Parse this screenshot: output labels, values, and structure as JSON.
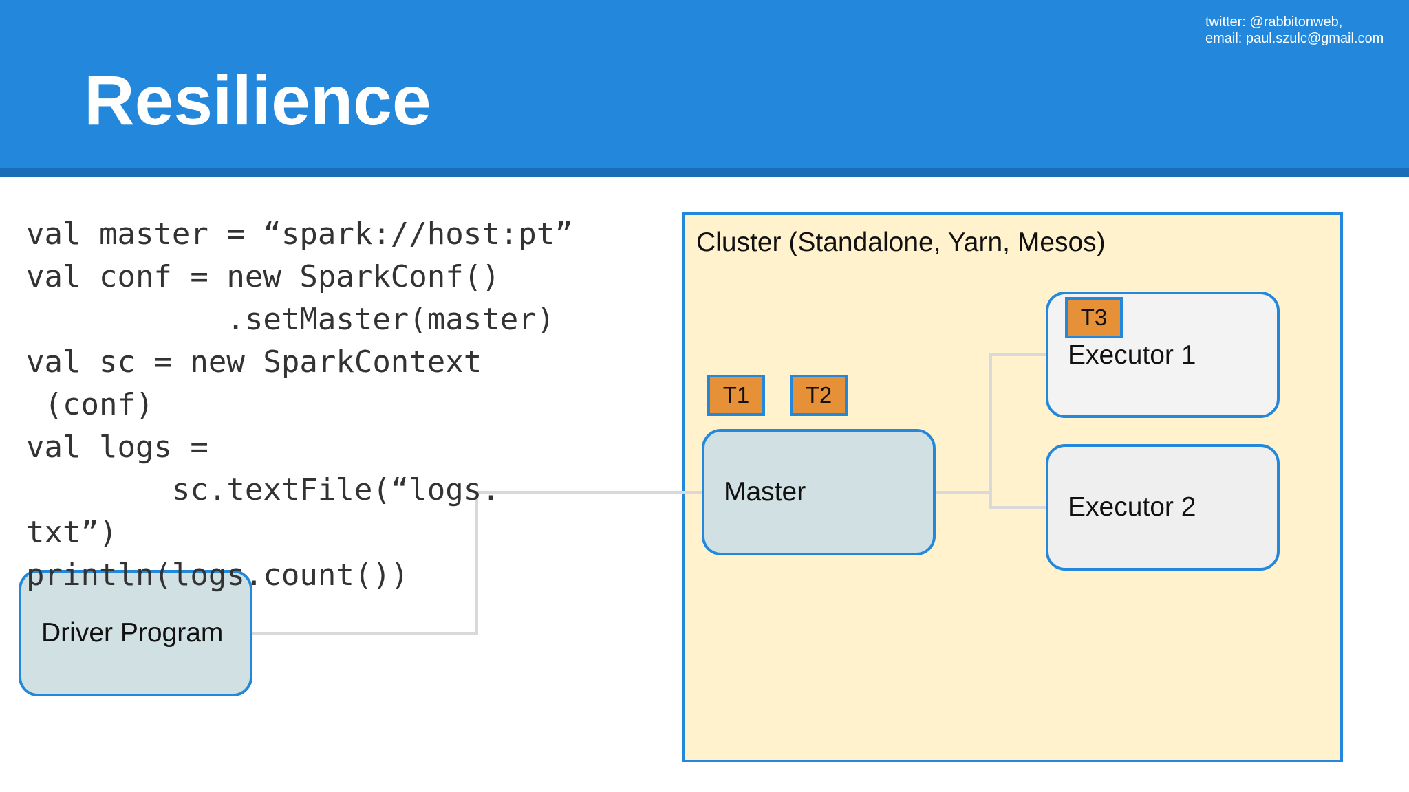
{
  "slide": {
    "title": "Resilience",
    "contact_line1": "twitter: @rabbitonweb,",
    "contact_line2": "email: paul.szulc@gmail.com"
  },
  "code": {
    "lines": [
      "val master = “spark://host:pt”",
      "val conf = new SparkConf()",
      "           .setMaster(master)",
      "val sc = new SparkContext",
      " (conf)",
      "val logs =",
      "        sc.textFile(“logs.",
      "txt”)",
      "println(logs.count())"
    ]
  },
  "diagram": {
    "cluster_label": "Cluster (Standalone, Yarn, Mesos)",
    "master_label": "Master",
    "executor1_label": "Executor 1",
    "executor2_label": "Executor 2",
    "driver_label": "Driver Program",
    "tasks": [
      "T1",
      "T2",
      "T3"
    ],
    "colors": {
      "header": "#2387dc",
      "cluster_fill": "#fff2cc",
      "node_border": "#2387dc",
      "master_fill": "#d0e0e3",
      "executor_fill": "#f3f3f3",
      "task_fill": "#e69138",
      "connector": "#d9d9d9"
    }
  }
}
